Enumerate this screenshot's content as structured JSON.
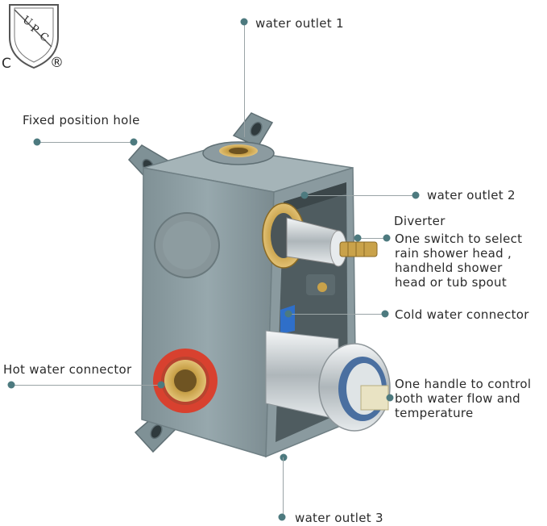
{
  "certification": {
    "upc_letters": [
      "U",
      "P",
      "C"
    ],
    "left_mark": "C",
    "registered_mark": "®"
  },
  "callouts": {
    "water_outlet_1": "water outlet 1",
    "fixed_position_hole": "Fixed position hole",
    "water_outlet_2": "water outlet 2",
    "diverter_title": "Diverter",
    "diverter_desc": [
      "One switch to select",
      "rain shower head ,",
      "handheld shower",
      "head or tub spout"
    ],
    "cold_water_connector": "Cold water connector",
    "hot_water_connector": "Hot water connector",
    "handle_desc": [
      "One handle to control",
      "both water flow and",
      "temperature"
    ],
    "water_outlet_3": "water outlet 3"
  },
  "colors": {
    "body": "#8e9ea3",
    "body_dark": "#6f7f84",
    "brass": "#c9a24a",
    "chrome": "#d7dcdf",
    "hot_ring": "#d8412f",
    "dot": "#4d7a7f"
  }
}
